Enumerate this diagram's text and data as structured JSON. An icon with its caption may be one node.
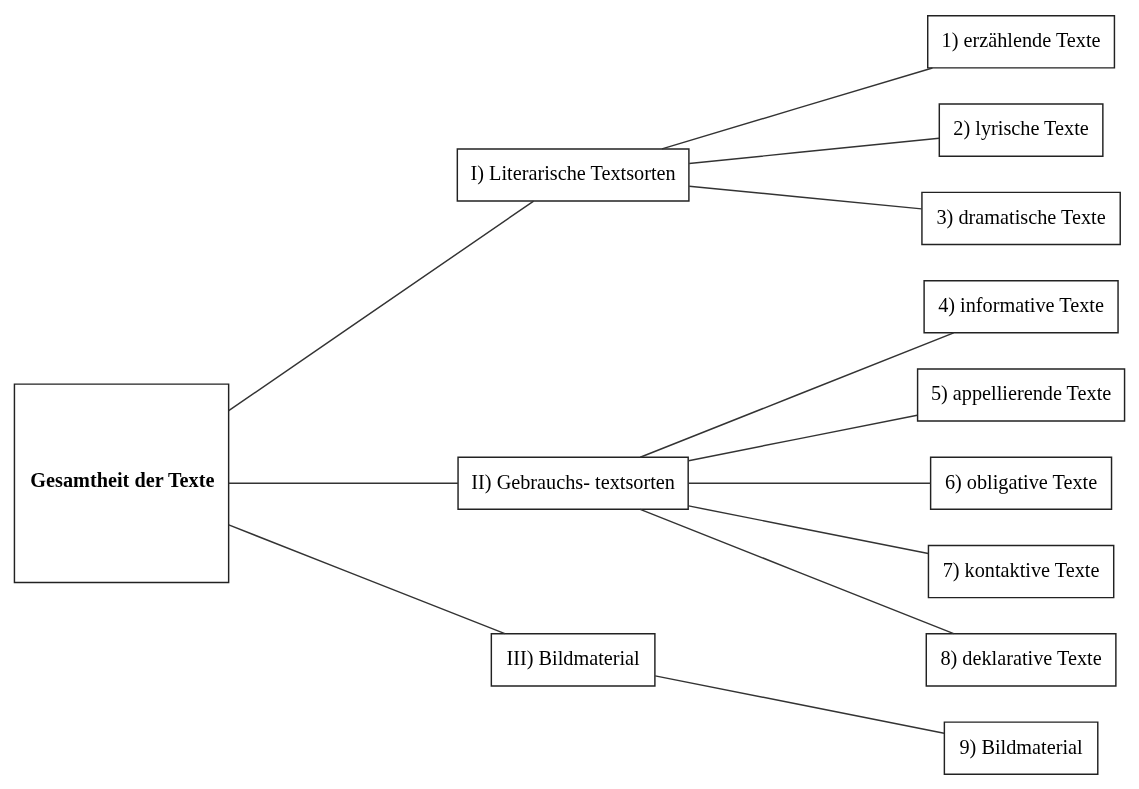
{
  "diagram": {
    "nodes": [
      {
        "text": [
          "Gesamtheit der Texte"
        ]
      },
      {
        "text": [
          "I) Literarische Textsorten"
        ]
      },
      {
        "text": [
          "II) Gebrauchs- textsorten"
        ]
      },
      {
        "text": [
          "III) Bildmaterial"
        ]
      },
      {
        "text": [
          "1) erzählende Texte"
        ]
      },
      {
        "text": [
          "2) lyrische Texte"
        ]
      },
      {
        "text": [
          "3) dramatische Texte"
        ]
      },
      {
        "text": [
          "4) informative Texte"
        ]
      },
      {
        "text": [
          "5) appellierende Texte"
        ]
      },
      {
        "text": [
          "6) obligative Texte"
        ]
      },
      {
        "text": [
          "7) kontaktive Texte"
        ]
      },
      {
        "text": [
          "8) deklarative Texte"
        ]
      },
      {
        "text": [
          "9) Bildmaterial"
        ]
      }
    ],
    "edges": [
      {
        "from": 0,
        "to": 1,
        "arrow": "none"
      },
      {
        "from": 0,
        "to": 2,
        "arrow": "none"
      },
      {
        "from": 0,
        "to": 3,
        "arrow": "none"
      },
      {
        "from": 1,
        "to": 4,
        "arrow": "none"
      },
      {
        "from": 1,
        "to": 5,
        "arrow": "none"
      },
      {
        "from": 1,
        "to": 6,
        "arrow": "none"
      },
      {
        "from": 2,
        "to": 7,
        "arrow": "none"
      },
      {
        "from": 2,
        "to": 8,
        "arrow": "none"
      },
      {
        "from": 2,
        "to": 9,
        "arrow": "none"
      },
      {
        "from": 2,
        "to": 10,
        "arrow": "none"
      },
      {
        "from": 2,
        "to": 11,
        "arrow": "none"
      },
      {
        "from": 3,
        "to": 12,
        "arrow": "none"
      }
    ]
  }
}
